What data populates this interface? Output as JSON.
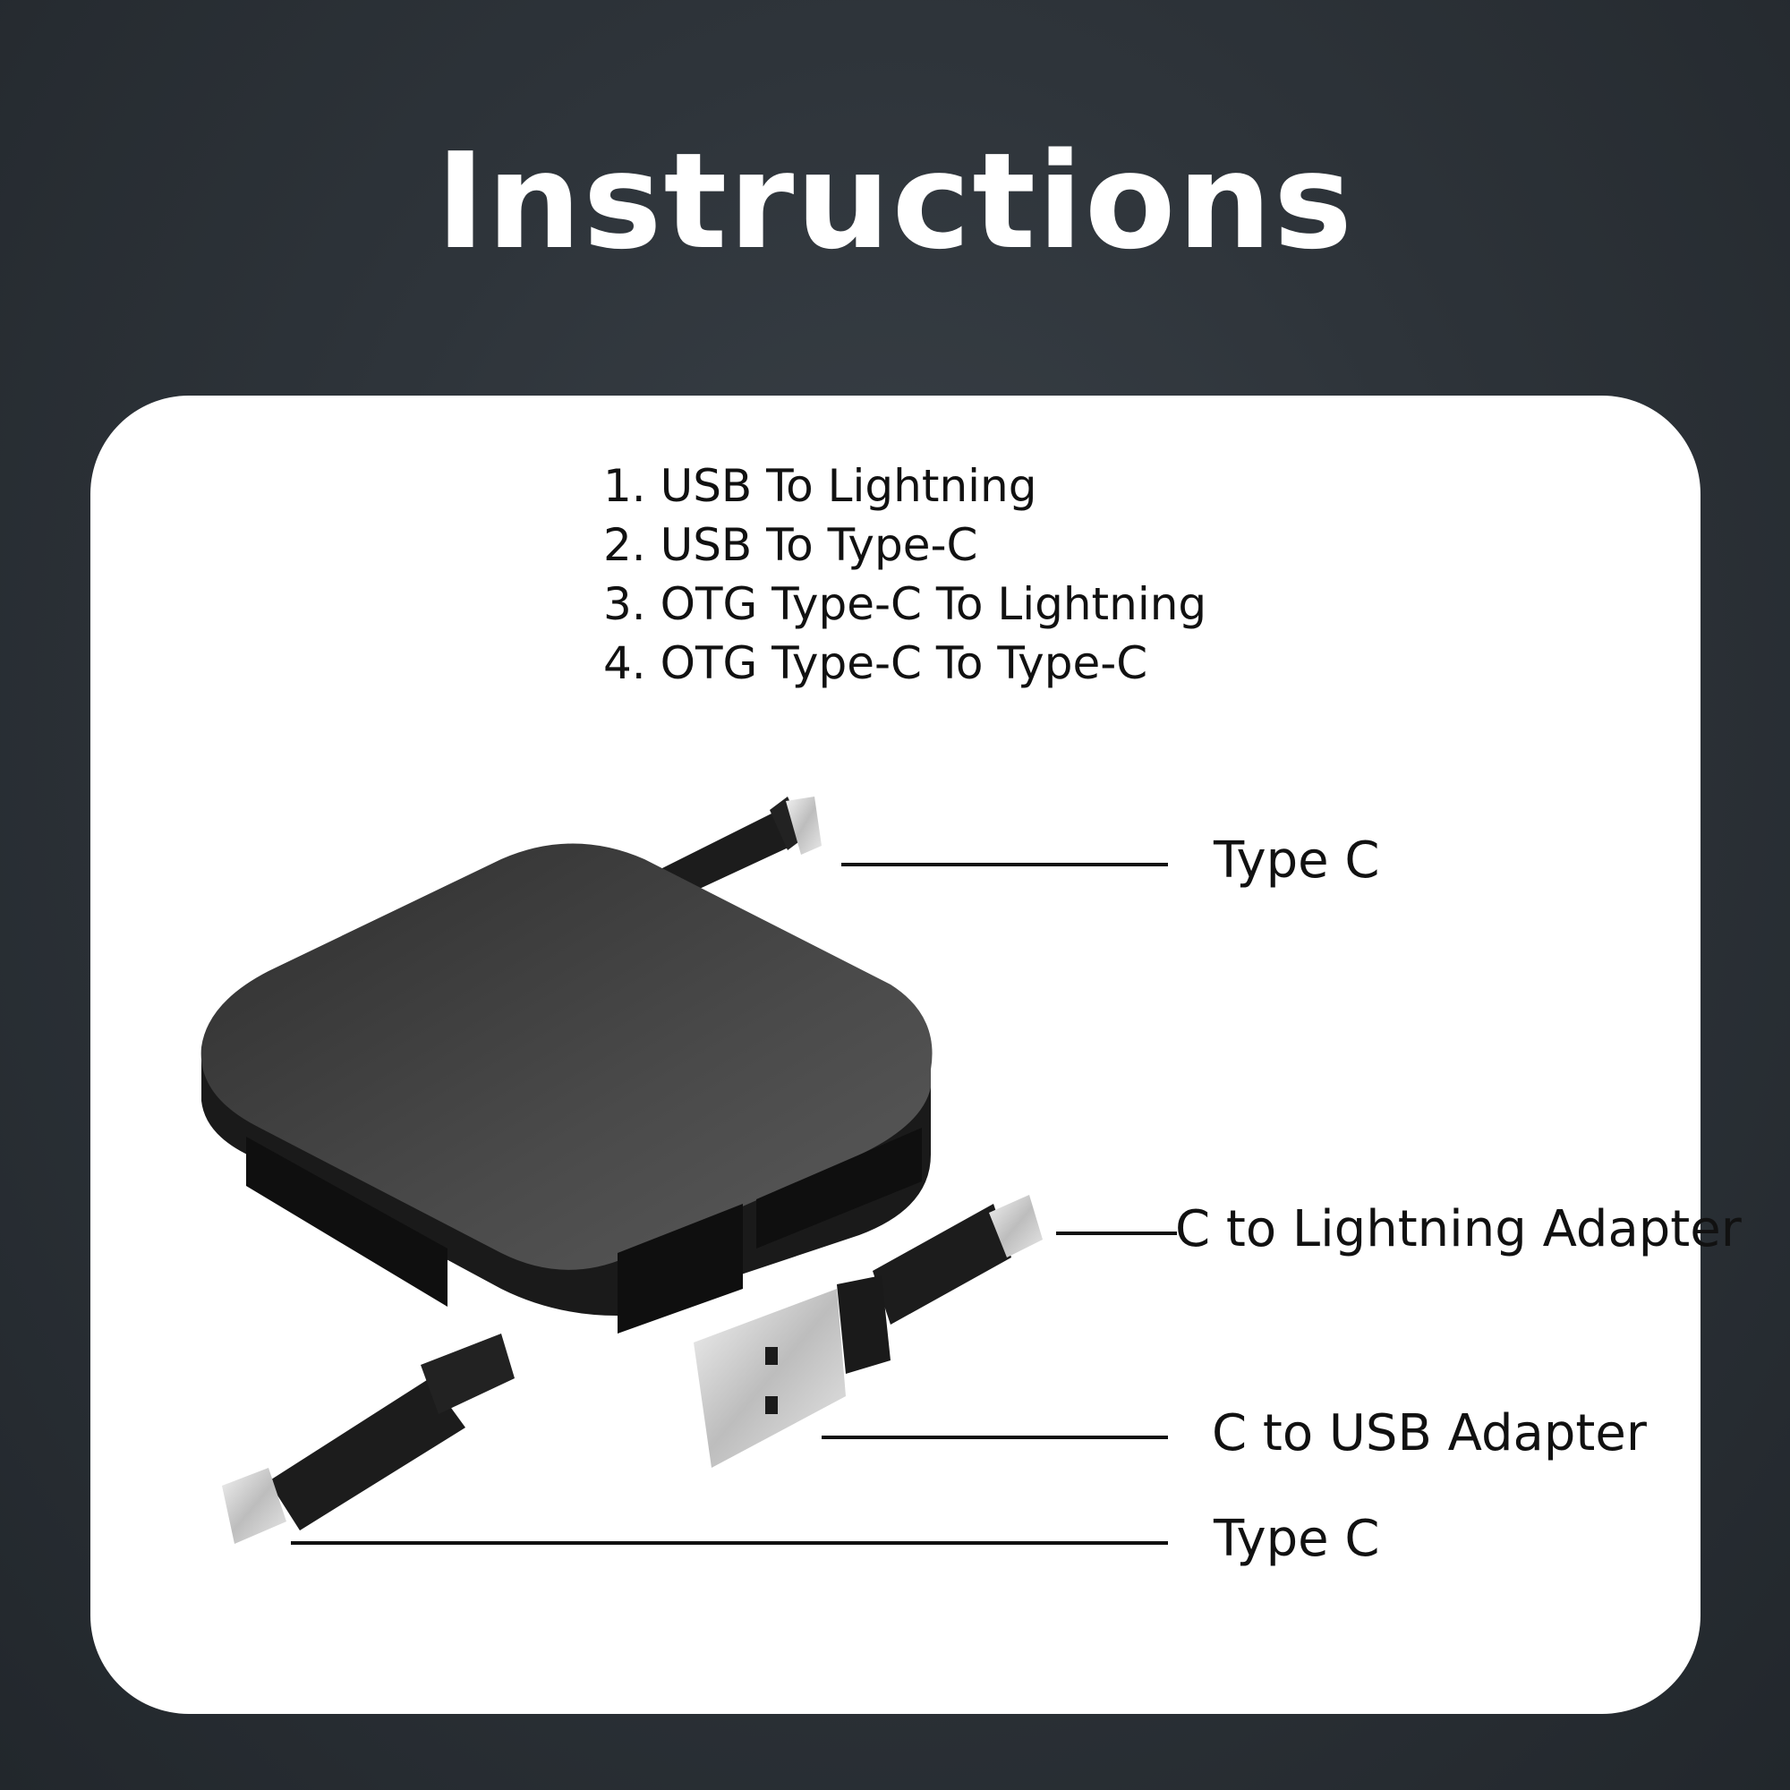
{
  "header": {
    "title": "Instructions"
  },
  "modes": [
    {
      "label": "1. USB To Lightning"
    },
    {
      "label": "2. USB To Type-C"
    },
    {
      "label": "3. OTG Type-C To Lightning"
    },
    {
      "label": "4. OTG Type-C To Type-C"
    }
  ],
  "callouts": [
    {
      "label": "Type C"
    },
    {
      "label": "C to Lightning Adapter"
    },
    {
      "label": "C to USB Adapter"
    },
    {
      "label": "Type C"
    }
  ],
  "colors": {
    "background": "#2e343a",
    "card": "#ffffff",
    "text": "#111111",
    "title": "#ffffff",
    "device": "#3a3a3a"
  }
}
